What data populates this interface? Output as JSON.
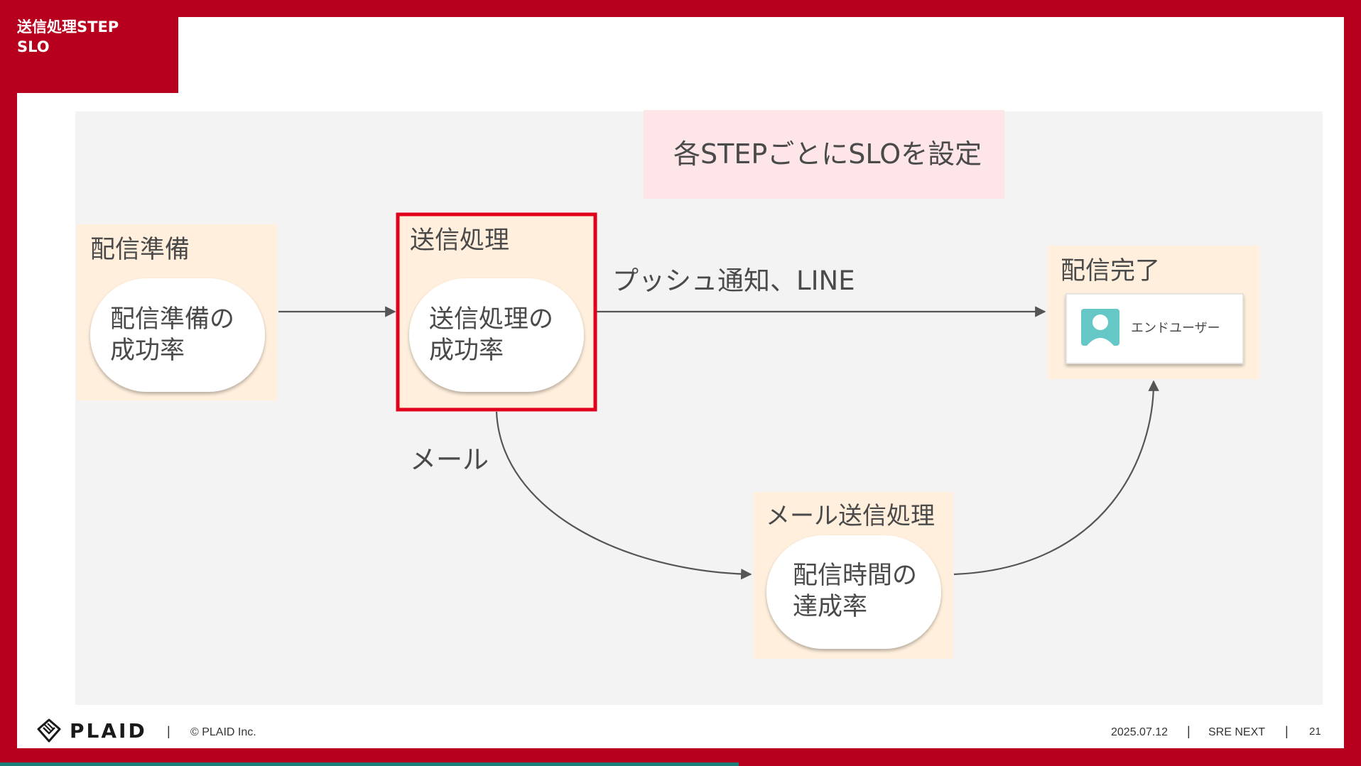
{
  "slide": {
    "title_line1": "送信処理STEP",
    "title_line2": "SLO",
    "callout": "各STEPごとにSLOを設定",
    "colors": {
      "brand_red": "#b7001e",
      "panel_gray": "#f3f3f3",
      "step_fill": "#ffefdc",
      "callout_fill": "#fde5e8",
      "highlight_border": "#e0001b",
      "end_user_icon": "#66c7c7"
    }
  },
  "steps": {
    "prep": {
      "title": "配信準備",
      "metric_line1": "配信準備の",
      "metric_line2": "成功率"
    },
    "send": {
      "title": "送信処理",
      "metric_line1": "送信処理の",
      "metric_line2": "成功率"
    },
    "mail": {
      "title": "メール送信処理",
      "metric_line1": "配信時間の",
      "metric_line2": "達成率"
    },
    "done": {
      "title": "配信完了",
      "user_label": "エンドユーザー",
      "user_icon": "user-avatar-icon"
    }
  },
  "edges": {
    "push_line": "プッシュ通知、LINE",
    "mail": "メール"
  },
  "footer": {
    "brand": "PLAID",
    "logo_icon": "plaid-diamond-icon",
    "separator": "|",
    "copyright": "© PLAID Inc.",
    "date": "2025.07.12",
    "event": "SRE NEXT",
    "page": "21"
  }
}
